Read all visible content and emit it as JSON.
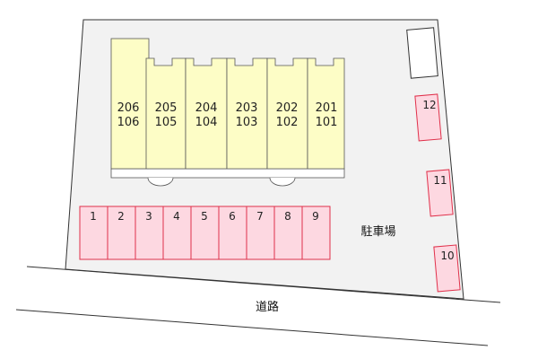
{
  "lot_label": "駐車場",
  "road_label": "道路",
  "units": [
    {
      "upper": "206",
      "lower": "106"
    },
    {
      "upper": "205",
      "lower": "105"
    },
    {
      "upper": "204",
      "lower": "104"
    },
    {
      "upper": "203",
      "lower": "103"
    },
    {
      "upper": "202",
      "lower": "102"
    },
    {
      "upper": "201",
      "lower": "101"
    }
  ],
  "parking_row": [
    "1",
    "2",
    "3",
    "4",
    "5",
    "6",
    "7",
    "8",
    "9"
  ],
  "parking_right": [
    "12",
    "11",
    "10"
  ],
  "colors": {
    "building": "#fdfdc6",
    "parking_fill": "#fdd8e1",
    "parking_stroke": "#e0304a",
    "lot": "#f2f2f2"
  }
}
